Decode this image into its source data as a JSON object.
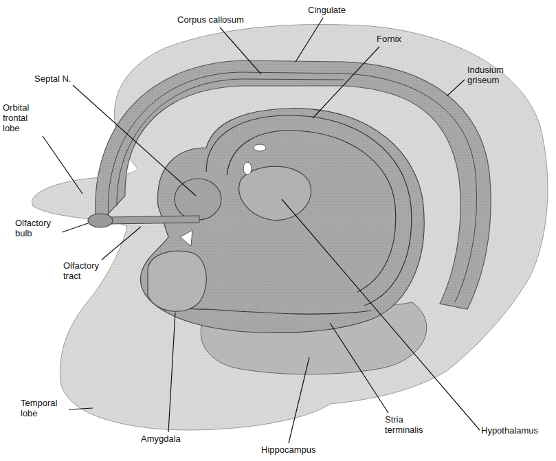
{
  "diagram": {
    "labels": [
      "Cingulate",
      "Corpus callosum",
      "Fornix",
      "Indusium griseum",
      "Septal N.",
      "Orbital frontal lobe",
      "Olfactory bulb",
      "Olfactory tract",
      "Temporal lobe",
      "Amygdala",
      "Hippocampus",
      "Stria terminalis",
      "Hypothalamus"
    ]
  }
}
